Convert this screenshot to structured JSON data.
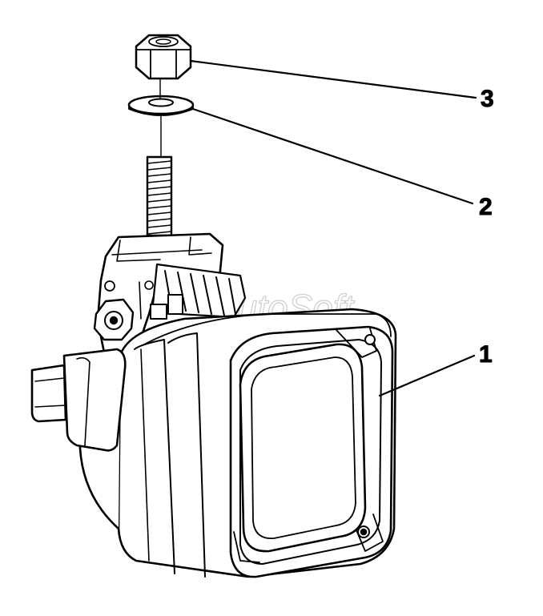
{
  "diagram": {
    "callouts": [
      {
        "id": "3",
        "label": "3"
      },
      {
        "id": "2",
        "label": "2"
      },
      {
        "id": "1",
        "label": "1"
      }
    ],
    "watermark": "AutoSoft"
  }
}
